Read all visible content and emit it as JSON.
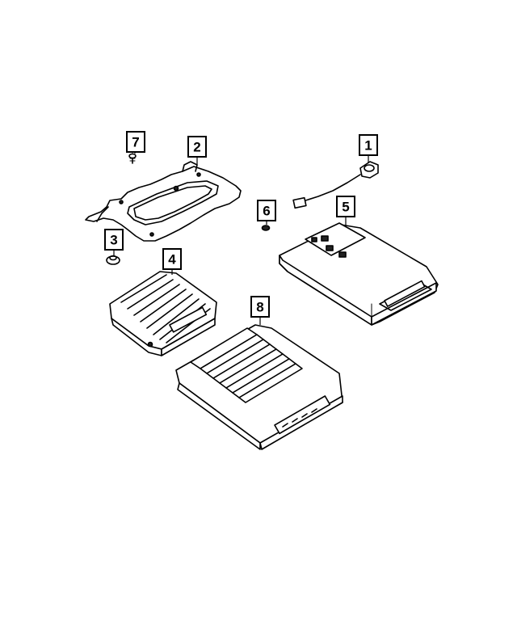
{
  "callouts": [
    {
      "id": "1",
      "label": "1"
    },
    {
      "id": "2",
      "label": "2"
    },
    {
      "id": "3",
      "label": "3"
    },
    {
      "id": "4",
      "label": "4"
    },
    {
      "id": "5",
      "label": "5"
    },
    {
      "id": "6",
      "label": "6"
    },
    {
      "id": "7",
      "label": "7"
    },
    {
      "id": "8",
      "label": "8"
    }
  ],
  "parts": [
    {
      "callout": "1",
      "icon": "antenna-cable-icon"
    },
    {
      "callout": "2",
      "icon": "mounting-bracket-icon"
    },
    {
      "callout": "3",
      "icon": "nut-icon"
    },
    {
      "callout": "4",
      "icon": "finned-module-icon"
    },
    {
      "callout": "5",
      "icon": "control-module-icon"
    },
    {
      "callout": "6",
      "icon": "small-nut-icon"
    },
    {
      "callout": "7",
      "icon": "bolt-icon"
    },
    {
      "callout": "8",
      "icon": "amplifier-module-icon"
    }
  ]
}
